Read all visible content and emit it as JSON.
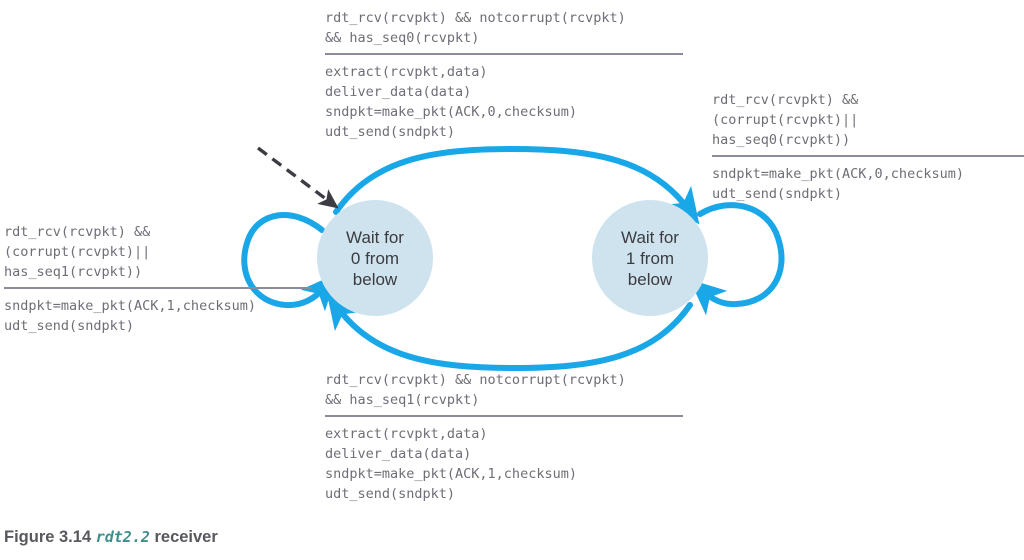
{
  "figure": {
    "caption_prefix": "Figure 3.14 ",
    "caption_code": "rdt2.2",
    "caption_suffix": " receiver"
  },
  "colors": {
    "arrow_blue": "#1AA7E8",
    "state_fill": "#CFE3EF",
    "state_text": "#3b3b40",
    "code_text": "#6e6e77",
    "rule_gray": "#8a8c99",
    "dashed_arrow": "#3c3c44",
    "caption_code": "#3e8f8b"
  },
  "states": [
    {
      "id": "wait-for-0-from-below",
      "line1": "Wait for",
      "line2": "0 from",
      "line3": "below"
    },
    {
      "id": "wait-for-1-from-below",
      "line1": "Wait for",
      "line2": "1 from",
      "line3": "below"
    }
  ],
  "transitions": {
    "top": {
      "name": "transition-0-to-1",
      "condition": "rdt_rcv(rcvpkt) && notcorrupt(rcvpkt)\n&& has_seq0(rcvpkt)",
      "action": "extract(rcvpkt,data)\ndeliver_data(data)\nsndpkt=make_pkt(ACK,0,checksum)\nudt_send(sndpkt)"
    },
    "bottom": {
      "name": "transition-1-to-0",
      "condition": "rdt_rcv(rcvpkt) && notcorrupt(rcvpkt)\n&& has_seq1(rcvpkt)",
      "action": "extract(rcvpkt,data)\ndeliver_data(data)\nsndpkt=make_pkt(ACK,1,checksum)\nudt_send(sndpkt)"
    },
    "left_selfloop": {
      "name": "selfloop-state-0",
      "condition": "rdt_rcv(rcvpkt) &&\n(corrupt(rcvpkt)||\nhas_seq1(rcvpkt))",
      "action": "sndpkt=make_pkt(ACK,1,checksum)\nudt_send(sndpkt)"
    },
    "right_selfloop": {
      "name": "selfloop-state-1",
      "condition": "rdt_rcv(rcvpkt) &&\n(corrupt(rcvpkt)||\nhas_seq0(rcvpkt))",
      "action": "sndpkt=make_pkt(ACK,0,checksum)\nudt_send(sndpkt)"
    }
  }
}
